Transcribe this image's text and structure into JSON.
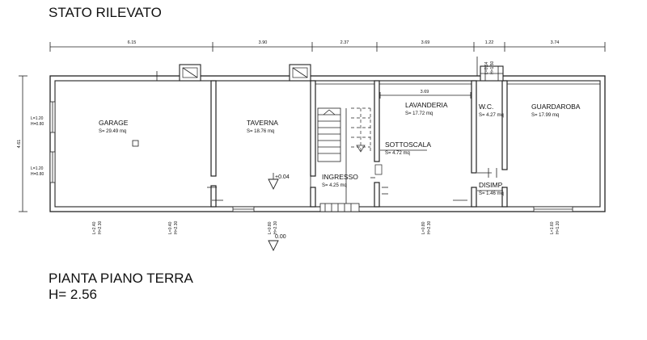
{
  "titles": {
    "survey": "STATO RILEVATO",
    "plan": "PIANTA PIANO TERRA",
    "height": "H= 2.56"
  },
  "dimensions_top": [
    "6.15",
    "3.90",
    "2.37",
    "3.69",
    "1.22",
    "3.74"
  ],
  "dimension_left": "4.61",
  "dimension_inner": "3.69",
  "rooms": [
    {
      "name": "GARAGE",
      "area": "S= 29.49 mq"
    },
    {
      "name": "TAVERNA",
      "area": "S= 18.76 mq"
    },
    {
      "name": "INGRESSO",
      "area": "S= 4.25 mq"
    },
    {
      "name": "LAVANDERIA",
      "area": "S= 17.72 mq"
    },
    {
      "name": "SOTTOSCALA",
      "area": "S= 4.72 mq"
    },
    {
      "name": "W.C.",
      "area": "S= 4.27 mq"
    },
    {
      "name": "DISIMP.",
      "area": "S= 1.46 mq"
    },
    {
      "name": "GUARDAROBA",
      "area": "S= 17.99 mq"
    }
  ],
  "levels": [
    "+0.04",
    "0.00"
  ],
  "window_notes": {
    "left_1": [
      "L=1.20",
      "H=0.80"
    ],
    "left_2": [
      "L=1.20",
      "H=0.80"
    ],
    "bottom_1": [
      "L=2.40",
      "H=2.30"
    ],
    "bottom_2": [
      "L=0.40",
      "H=2.30"
    ],
    "bottom_3": [
      "L=0.80",
      "H=2.30"
    ],
    "bottom_4": [
      "L=0.80",
      "H=2.30"
    ],
    "bottom_5": [
      "L=1.60",
      "H=1.20"
    ],
    "top_wc": [
      "L=0.64",
      "H=1.50"
    ]
  }
}
